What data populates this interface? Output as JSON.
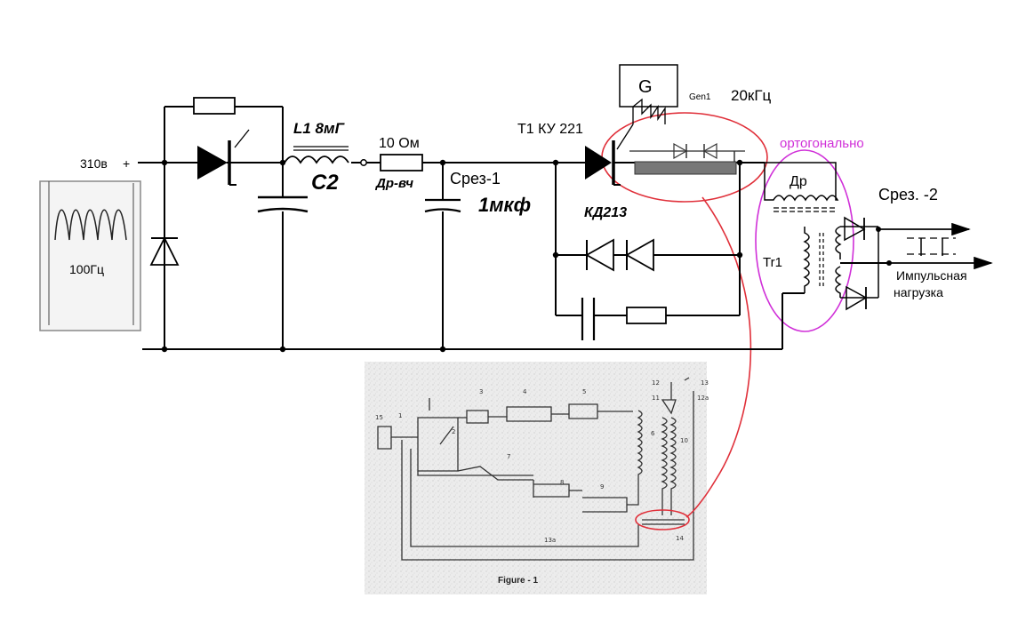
{
  "labels": {
    "supply_voltage": "310в",
    "plus_sign": "+",
    "ripple_freq": "100Гц",
    "inductor": "L1 8мГ",
    "capacitor_c2": "C2",
    "resistor": "10 Ом",
    "choke_hf": "Др-вч",
    "cutoff_1": "Срез-1",
    "capacitor_value": "1мкф",
    "thyristor": "T1 КУ 221",
    "generator_letter": "G",
    "generator_name": "Gen1",
    "generator_freq": "20кГц",
    "orthogonal": "ортогонально",
    "diodes": "КД213",
    "choke": "Др",
    "cutoff_2": "Срез. -2",
    "transformer": "Tr1",
    "load_line1": "Импульсная",
    "load_line2": "нагрузка",
    "figure_caption": "Figure - 1"
  },
  "figure_numbers": [
    "15",
    "1",
    "2",
    "3",
    "4",
    "5",
    "6",
    "7",
    "8",
    "9",
    "10",
    "11",
    "12",
    "12a",
    "13",
    "13a",
    "14"
  ],
  "colors": {
    "wire": "#000000",
    "highlight_red": "#e0303a",
    "highlight_magenta": "#d030d8",
    "figure_paper": "#e9e9e9"
  }
}
